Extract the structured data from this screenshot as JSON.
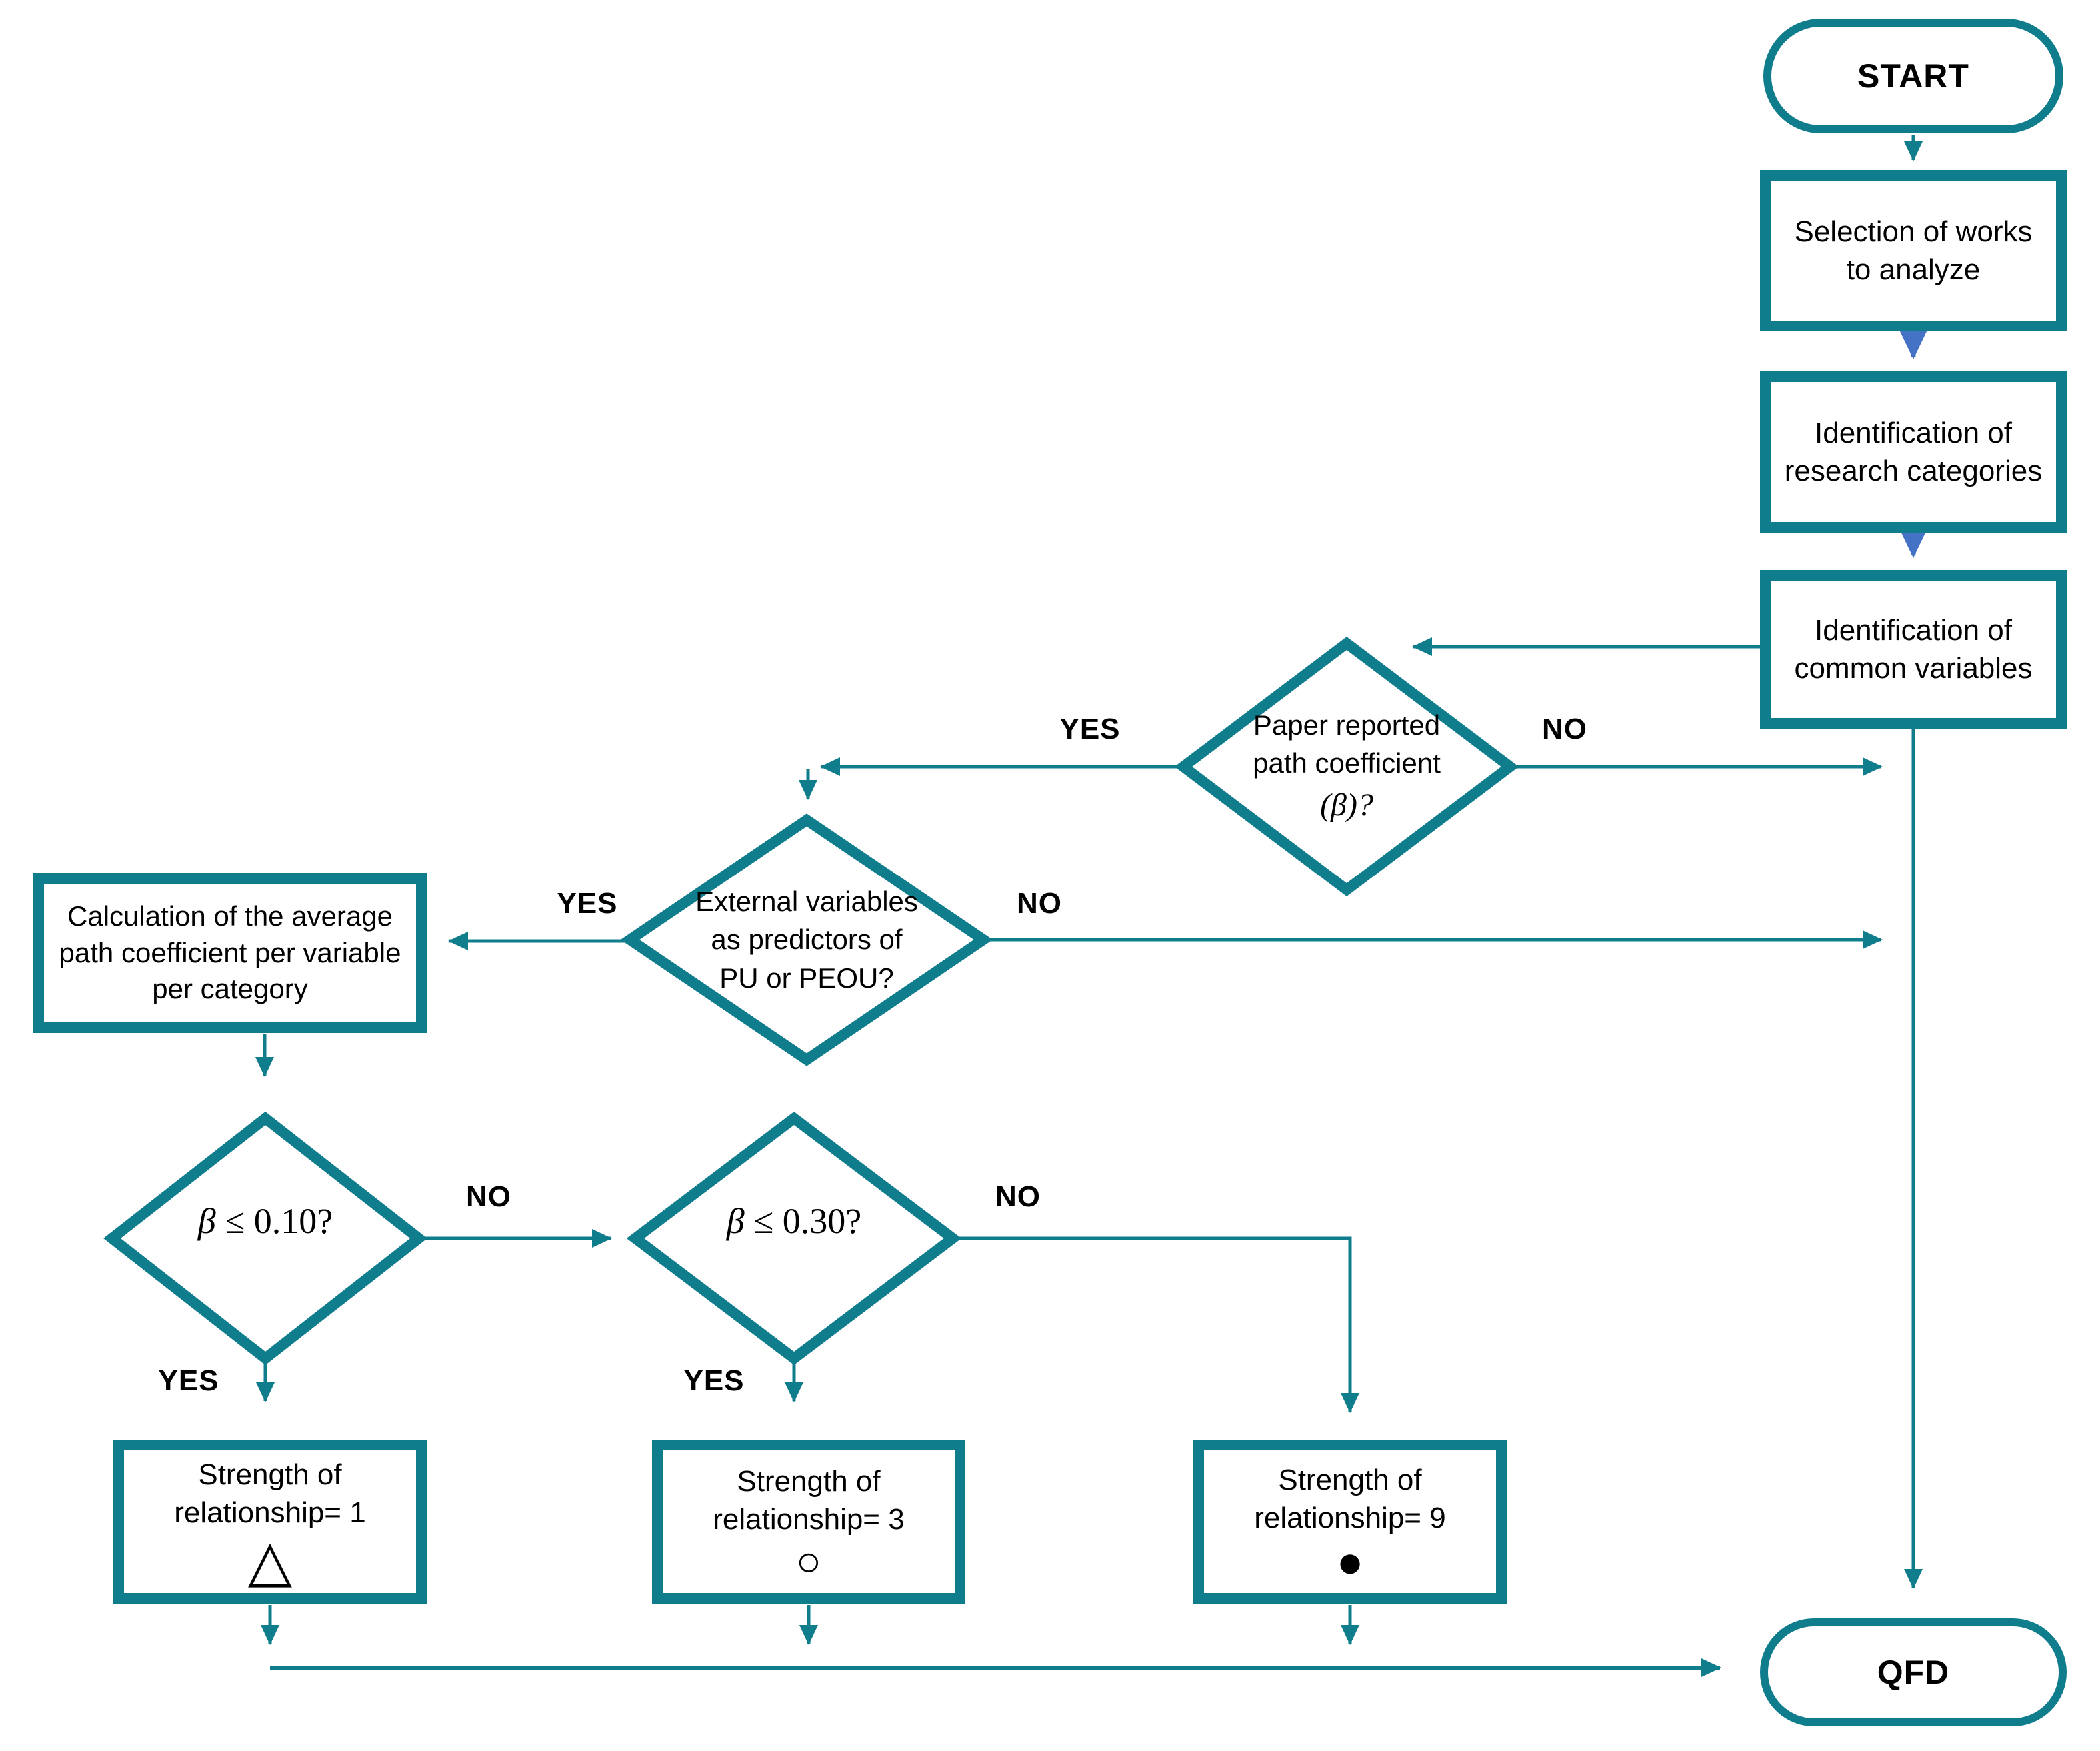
{
  "palette": {
    "teal": "#107D8D",
    "blue": "#4472C4",
    "text": "#000000",
    "background": "#FFFFFF"
  },
  "nodes": {
    "start": {
      "type": "terminator",
      "label": "START"
    },
    "selection": {
      "type": "process",
      "line1": "Selection of works",
      "line2": "to analyze"
    },
    "categories": {
      "type": "process",
      "line1": "Identification of",
      "line2": "research categories"
    },
    "variables": {
      "type": "process",
      "line1": "Identification of",
      "line2": "common variables"
    },
    "paper": {
      "type": "decision",
      "line1": "Paper reported",
      "line2": "path coefficient",
      "line3": "(β)?"
    },
    "external": {
      "type": "decision",
      "line1": "External variables",
      "line2": "as predictors of",
      "line3": "PU or PEOU?"
    },
    "calculation": {
      "type": "process",
      "line1": "Calculation of the average",
      "line2": "path coefficient per variable",
      "line3": "per category"
    },
    "beta010": {
      "type": "decision",
      "beta": "β",
      "cond": "≤ 0.10?"
    },
    "beta030": {
      "type": "decision",
      "beta": "β",
      "cond": "≤ 0.30?"
    },
    "strength1": {
      "type": "process",
      "line1": "Strength of",
      "line2": "relationship= 1",
      "symbol": "△",
      "symbol_name": "triangle-outline"
    },
    "strength3": {
      "type": "process",
      "line1": "Strength of",
      "line2": "relationship= 3",
      "symbol": "○",
      "symbol_name": "circle-outline"
    },
    "strength9": {
      "type": "process",
      "line1": "Strength of",
      "line2": "relationship= 9",
      "symbol": "●",
      "symbol_name": "circle-filled"
    },
    "qfd": {
      "type": "terminator",
      "label": "QFD"
    }
  },
  "edge_labels": {
    "yes": "YES",
    "no": "NO"
  }
}
